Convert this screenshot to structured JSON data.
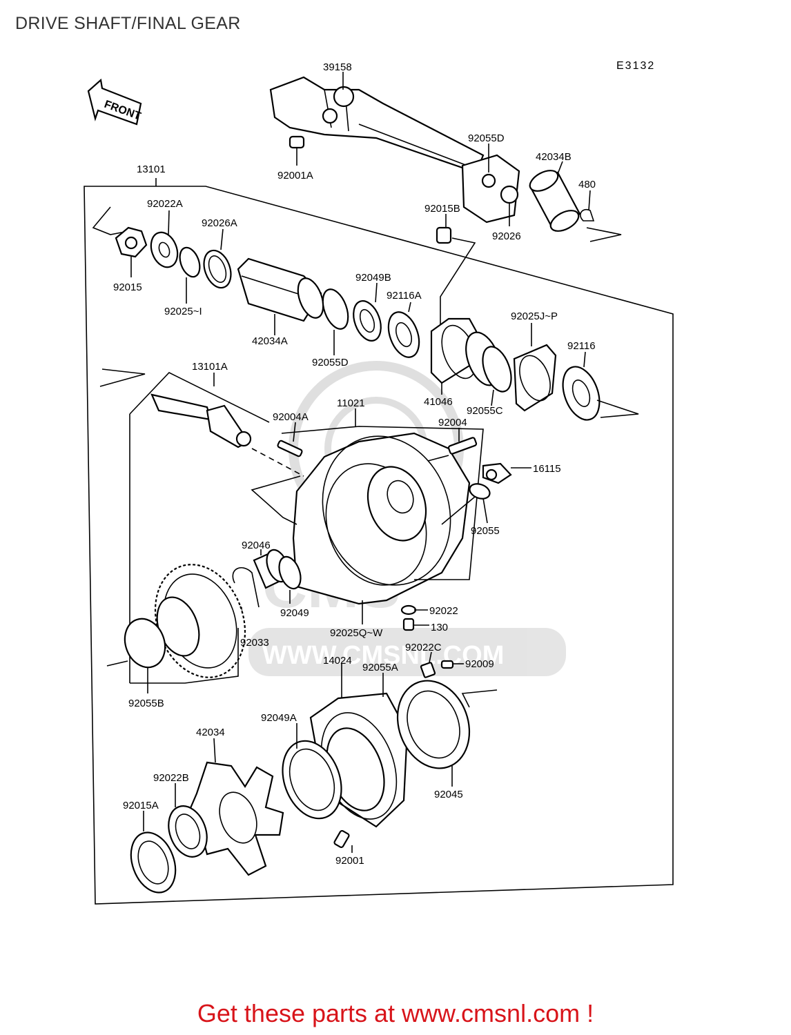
{
  "title": "DRIVE SHAFT/FINAL GEAR",
  "diagram_code": "E3132",
  "front_label": "FRONT",
  "watermark": "WWW.CMSNL.COM",
  "footer": "Get these parts at www.cmsnl.com !",
  "labels": {
    "p39158": "39158",
    "p92001A": "92001A",
    "p92055D_top": "92055D",
    "p42034B": "42034B",
    "p480": "480",
    "p92015B": "92015B",
    "p92026": "92026",
    "p13101": "13101",
    "p92022A": "92022A",
    "p92026A": "92026A",
    "p92015": "92015",
    "p92025I": "92025~I",
    "p42034A": "42034A",
    "p92049B": "92049B",
    "p92116A": "92116A",
    "p92055D_mid": "92055D",
    "p92025JP": "92025J~P",
    "p92116": "92116",
    "p41046": "41046",
    "p92055C": "92055C",
    "p13101A": "13101A",
    "p92004A": "92004A",
    "p11021": "11021",
    "p92004": "92004",
    "p16115": "16115",
    "p92055": "92055",
    "p92046": "92046",
    "p92049": "92049",
    "p92022": "92022",
    "p130": "130",
    "p92025QW": "92025Q~W",
    "p92033": "92033",
    "p92022C": "92022C",
    "p92009": "92009",
    "p14024": "14024",
    "p92055A": "92055A",
    "p92055B": "92055B",
    "p42034": "42034",
    "p92049A": "92049A",
    "p92045": "92045",
    "p92022B": "92022B",
    "p92015A": "92015A",
    "p92001": "92001"
  }
}
